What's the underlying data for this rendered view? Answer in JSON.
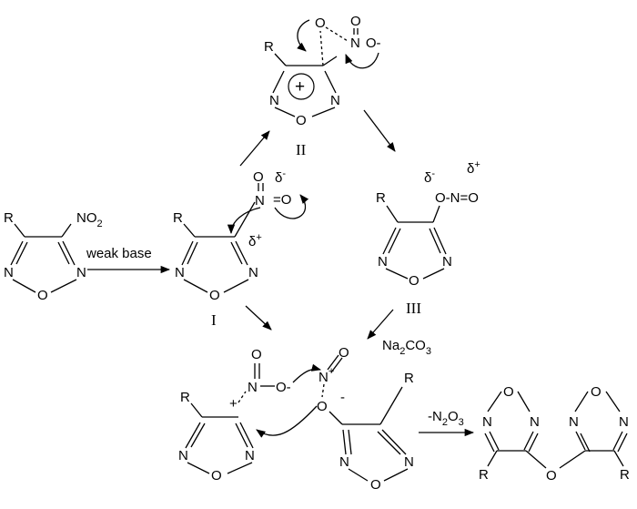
{
  "atoms": {
    "R": "R",
    "N": "N",
    "O": "O",
    "O_minus": "O-",
    "NO2_prefix": "NO",
    "sub_2": "2",
    "NNO": "N",
    "O_eq_O": "=O",
    "ONO": "O-N=O",
    "plus": "+",
    "minus": "-"
  },
  "charges": {
    "delta_minus": "δ",
    "delta_plus": "δ",
    "sup_minus": "-",
    "sup_plus": "+",
    "ring_plus": "+"
  },
  "labels": {
    "weak_base": "weak base",
    "na2co3_a": "Na",
    "na2co3_sub1": "2",
    "na2co3_b": "CO",
    "na2co3_sub2": "3",
    "minus_n2o3_a": "-N",
    "minus_n2o3_sub1": "2",
    "minus_n2o3_b": "O",
    "minus_n2o3_sub2": "3"
  },
  "intermediates": {
    "I": "I",
    "II": "II",
    "III": "III"
  }
}
